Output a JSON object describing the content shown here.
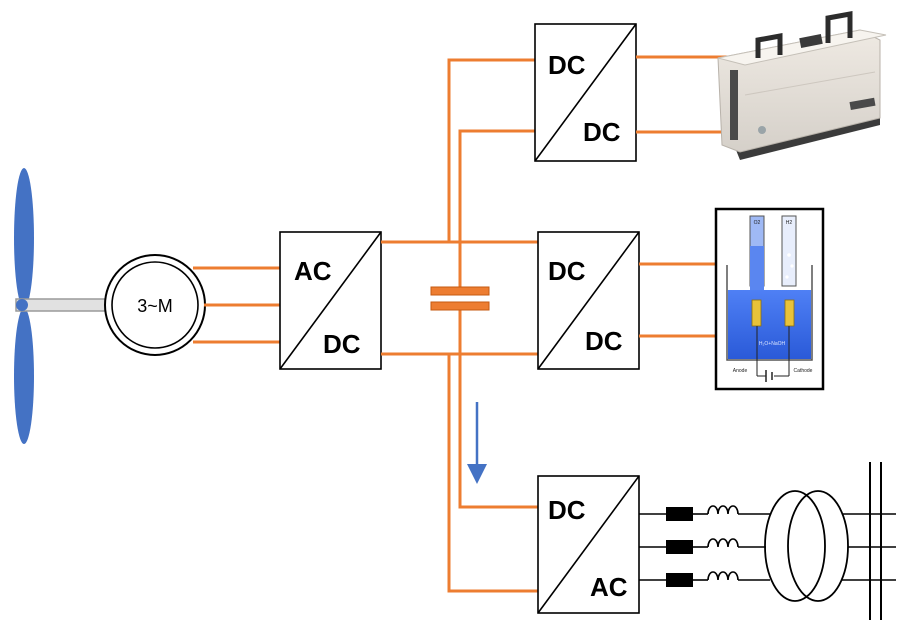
{
  "motor": {
    "label": "3~M"
  },
  "rectifier": {
    "top": "AC",
    "bottom": "DC"
  },
  "converter_battery": {
    "top": "DC",
    "bottom": "DC"
  },
  "converter_electrolyzer": {
    "top": "DC",
    "bottom": "DC"
  },
  "inverter": {
    "top": "DC",
    "bottom": "AC"
  },
  "electrolyzer_cell": {
    "left_tube": "O2",
    "right_tube": "H2",
    "electrolyte": "H₂O+NaOH",
    "anode": "Anode",
    "cathode": "Cathode"
  },
  "colors": {
    "wire": "#ED7D31",
    "blade": "#4472C4",
    "arrow": "#4472C4",
    "capacitor": "#ED7D31",
    "electrolyte": "#3D6FEA"
  },
  "icons": [
    "wind-turbine-icon",
    "battery-device-icon",
    "electrolyzer-icon",
    "grid-transformer-icon"
  ]
}
